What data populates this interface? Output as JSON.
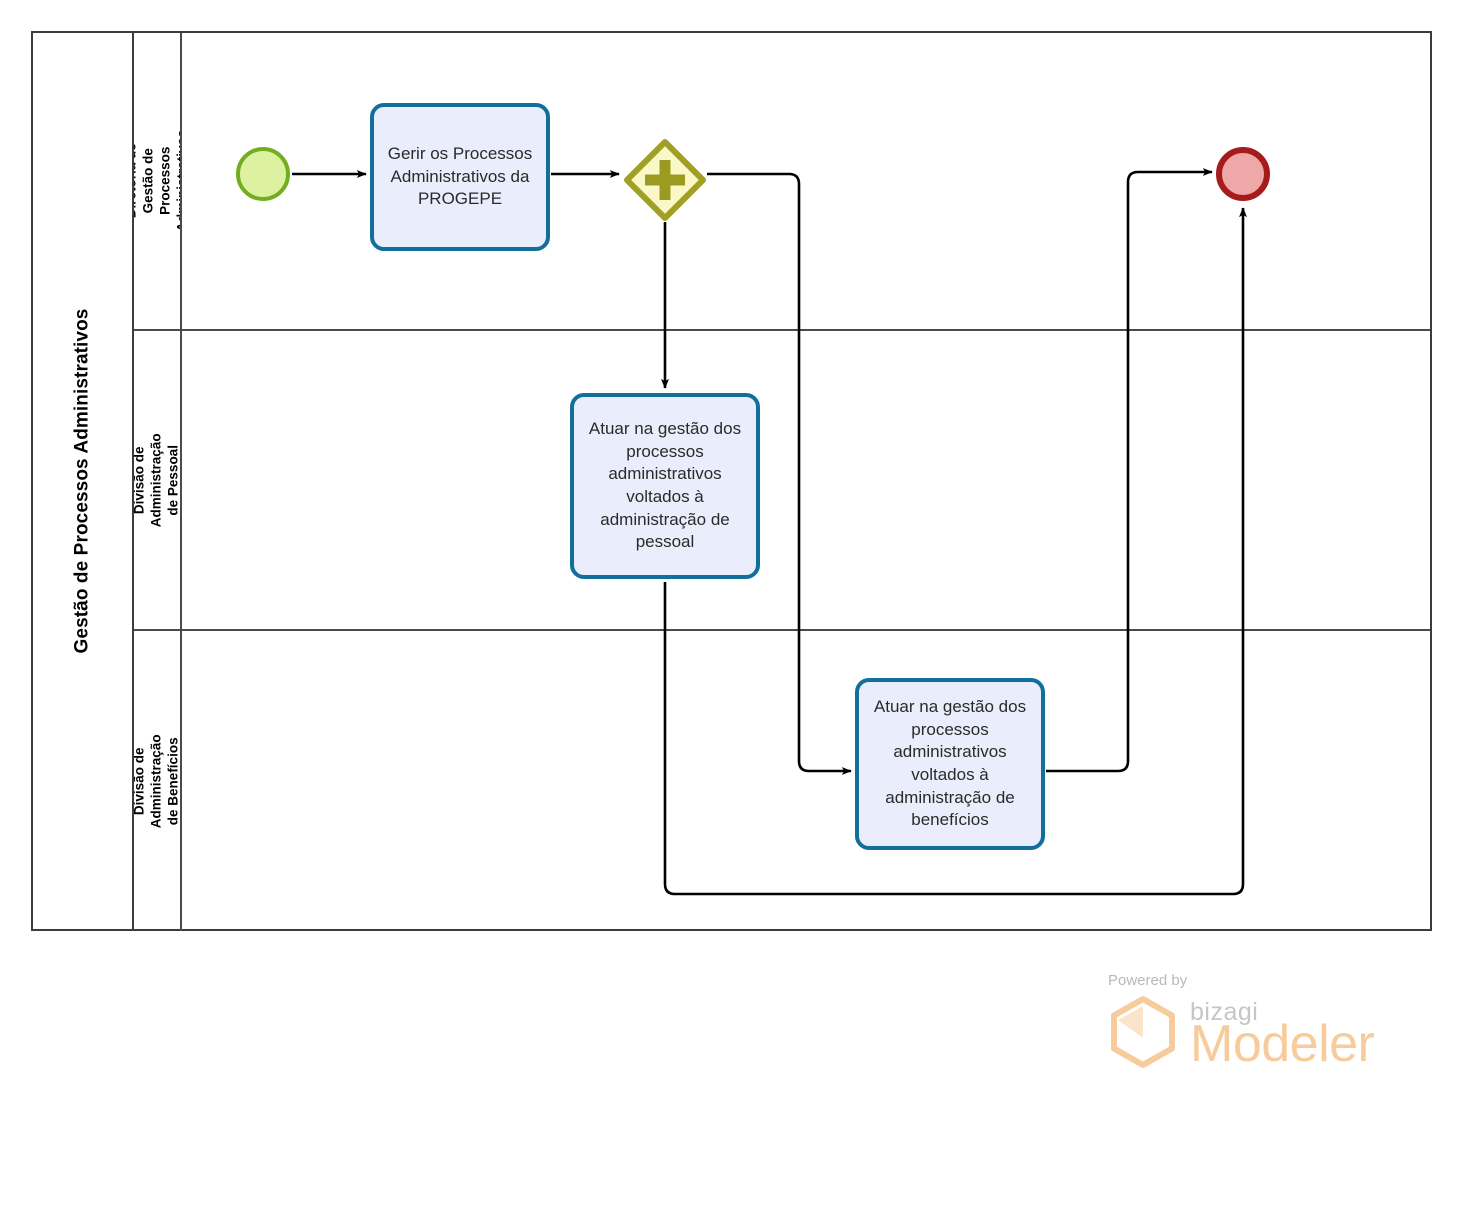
{
  "diagram": {
    "type": "bpmn-pool-lane-diagram",
    "pool": {
      "title": "Gestão de Processos Administrativos"
    },
    "lanes": [
      {
        "id": "lane-diretoria",
        "label": "Diretoria de Gestão de Processos Administrativos"
      },
      {
        "id": "lane-pessoal",
        "label": "Divisão de Administração de Pessoal"
      },
      {
        "id": "lane-beneficios",
        "label": "Divisão de Administração de Benefícios"
      }
    ],
    "nodes": [
      {
        "id": "start-event",
        "kind": "start-event",
        "lane": "lane-diretoria",
        "label": ""
      },
      {
        "id": "task-gerir",
        "kind": "task",
        "lane": "lane-diretoria",
        "label": "Gerir os Processos Administrativos da PROGEPE"
      },
      {
        "id": "gateway-parallel",
        "kind": "parallel-gateway",
        "lane": "lane-diretoria",
        "label": ""
      },
      {
        "id": "task-pessoal",
        "kind": "task",
        "lane": "lane-pessoal",
        "label": "Atuar na gestão dos processos administrativos voltados à administração de pessoal"
      },
      {
        "id": "task-beneficios",
        "kind": "task",
        "lane": "lane-beneficios",
        "label": "Atuar na gestão dos processos administrativos voltados à administração de benefícios"
      },
      {
        "id": "end-event",
        "kind": "end-event",
        "lane": "lane-diretoria",
        "label": ""
      }
    ],
    "flows": [
      {
        "from": "start-event",
        "to": "task-gerir",
        "label": ""
      },
      {
        "from": "task-gerir",
        "to": "gateway-parallel",
        "label": ""
      },
      {
        "from": "gateway-parallel",
        "to": "task-pessoal",
        "label": ""
      },
      {
        "from": "gateway-parallel",
        "to": "task-beneficios",
        "label": ""
      },
      {
        "from": "task-beneficios",
        "to": "end-event",
        "label": ""
      },
      {
        "from": "task-pessoal",
        "to": "end-event",
        "label": ""
      }
    ],
    "colors": {
      "pool_border": "#3c3c3c",
      "lane_border": "#4a4a4a",
      "task_fill": "#eaeefc",
      "task_border": "#126f9b",
      "start_fill": "#ddf2a0",
      "start_border": "#73ae20",
      "end_fill": "#efa8a8",
      "end_border": "#a61b1b",
      "gateway_fill": "#fbf8c8",
      "gateway_border": "#a1a024",
      "gateway_symbol": "#9c9b21",
      "flow_line": "#000000",
      "watermark_orange": "#f8cb9c",
      "watermark_gray": "#c6c6c6"
    }
  },
  "watermark": {
    "powered_by": "Powered by",
    "brand": "bizagi",
    "product": "Modeler"
  }
}
